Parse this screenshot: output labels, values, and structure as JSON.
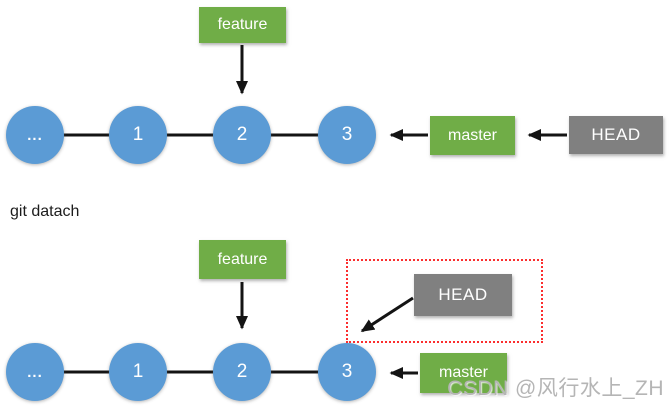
{
  "caption": "git datach",
  "watermark": "CSDN @风行水上_ZH",
  "diagram_top": {
    "nodes": [
      {
        "label": "..."
      },
      {
        "label": "1"
      },
      {
        "label": "2"
      },
      {
        "label": "3"
      }
    ],
    "feature_label": "feature",
    "master_label": "master",
    "head_label": "HEAD"
  },
  "diagram_bottom": {
    "nodes": [
      {
        "label": "..."
      },
      {
        "label": "1"
      },
      {
        "label": "2"
      },
      {
        "label": "3"
      }
    ],
    "feature_label": "feature",
    "master_label": "master",
    "head_label": "HEAD"
  },
  "colors": {
    "commit_node_blue": "#5b9bd5",
    "branch_green": "#70ad47",
    "head_gray": "#808080",
    "highlight_red": "#fb2e2e",
    "connector_black": "#141414",
    "watermark_gray": "#b5b5b5"
  }
}
